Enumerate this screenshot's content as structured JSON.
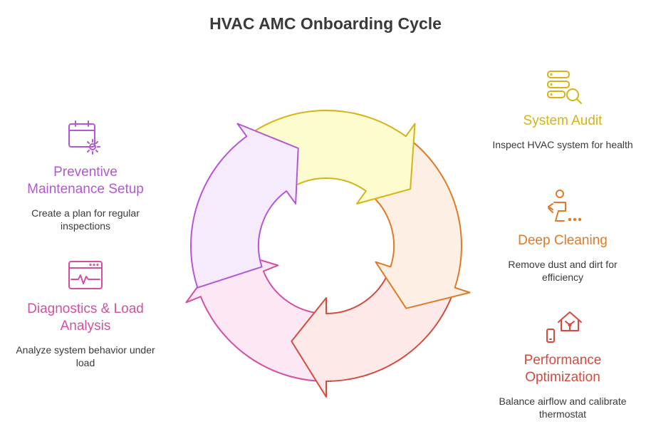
{
  "title": "HVAC AMC Onboarding Cycle",
  "steps": [
    {
      "title": "System Audit",
      "description": "Inspect HVAC system for health",
      "icon": "server-search-icon",
      "color": "#d7b314",
      "fill": "#fdfccf"
    },
    {
      "title": "Deep Cleaning",
      "description": "Remove dust and dirt for efficiency",
      "icon": "cleaning-person-icon",
      "color": "#df7a26",
      "fill": "#fdefe3"
    },
    {
      "title": "Performance Optimization",
      "description": "Balance airflow and calibrate thermostat",
      "icon": "smart-home-fan-icon",
      "color": "#d64a3e",
      "fill": "#fdeae8"
    },
    {
      "title": "Diagnostics & Load Analysis",
      "description": "Analyze system behavior under load",
      "icon": "monitor-pulse-icon",
      "color": "#d44fa0",
      "fill": "#fbe8f4"
    },
    {
      "title": "Preventive Maintenance Setup",
      "description": "Create a plan for regular inspections",
      "icon": "calendar-gear-icon",
      "color": "#b456d6",
      "fill": "#f6ebfd"
    }
  ]
}
